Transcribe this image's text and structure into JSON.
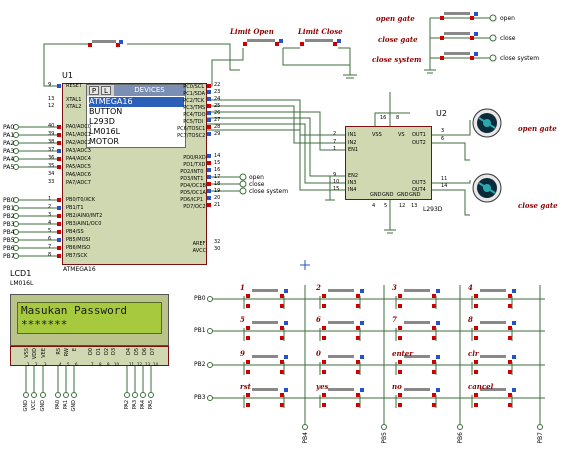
{
  "u1": {
    "ref": "U1",
    "part": "ATMEGA16",
    "picker": {
      "btn_p": "P",
      "btn_l": "L",
      "header": "DEVICES",
      "items": [
        "ATMEGA16",
        "BUTTON",
        "L293D",
        "LM016L",
        "MOTOR"
      ]
    },
    "pins_left": [
      {
        "name": "RESET",
        "num": "9"
      },
      {
        "name": "XTAL1",
        "num": "13"
      },
      {
        "name": "XTAL2",
        "num": "12"
      },
      {
        "name": "PA0/ADC0",
        "num": "40"
      },
      {
        "name": "PA1/ADC1",
        "num": "39"
      },
      {
        "name": "PA2/ADC2",
        "num": "38"
      },
      {
        "name": "PA3/ADC3",
        "num": "37"
      },
      {
        "name": "PA4/ADC4",
        "num": "36"
      },
      {
        "name": "PA5/ADC5",
        "num": "35"
      },
      {
        "name": "PA6/ADC6",
        "num": "34"
      },
      {
        "name": "PA7/ADC7",
        "num": "33"
      },
      {
        "name": "PB0/T0/XCK",
        "num": "1"
      },
      {
        "name": "PB1/T1",
        "num": "2"
      },
      {
        "name": "PB2/AIN0/INT2",
        "num": "3"
      },
      {
        "name": "PB3/AIN1/OC0",
        "num": "4"
      },
      {
        "name": "PB4/SS",
        "num": "5"
      },
      {
        "name": "PB5/MOSI",
        "num": "6"
      },
      {
        "name": "PB6/MISO",
        "num": "7"
      },
      {
        "name": "PB7/SCK",
        "num": "8"
      }
    ],
    "pins_right": [
      {
        "name": "PC0/SCL",
        "num": "22"
      },
      {
        "name": "PC1/SDA",
        "num": "23"
      },
      {
        "name": "PC2/TCK",
        "num": "24"
      },
      {
        "name": "PC3/TMS",
        "num": "25"
      },
      {
        "name": "PC4/TDO",
        "num": "26"
      },
      {
        "name": "PC5/TDI",
        "num": "27"
      },
      {
        "name": "PC6/TOSC1",
        "num": "28"
      },
      {
        "name": "PC7/TOSC2",
        "num": "29"
      },
      {
        "name": "PD0/RXD",
        "num": "14"
      },
      {
        "name": "PD1/TXD",
        "num": "15"
      },
      {
        "name": "PD2/INT0",
        "num": "16"
      },
      {
        "name": "PD3/INT1",
        "num": "17"
      },
      {
        "name": "PD4/OC1B",
        "num": "18"
      },
      {
        "name": "PD5/OC1A",
        "num": "19"
      },
      {
        "name": "PD6/ICP1",
        "num": "20"
      },
      {
        "name": "PD7/OC2",
        "num": "21"
      },
      {
        "name": "AREF",
        "num": "32"
      },
      {
        "name": "AVCC",
        "num": "30"
      }
    ],
    "port_labels": [
      "PA0",
      "PA1",
      "PA2",
      "PA3",
      "PA4",
      "PA5",
      "PB0",
      "PB1",
      "PB2",
      "PB3",
      "PB4",
      "PB5",
      "PB6",
      "PB7"
    ],
    "out_labels": [
      "open",
      "close",
      "close system"
    ]
  },
  "u2": {
    "ref": "U2",
    "part": "L293D",
    "pin_names_left": [
      "IN1",
      "IN2",
      "EN1",
      "EN2",
      "IN3",
      "IN4"
    ],
    "pin_nums_left": [
      "2",
      "7",
      "1",
      "9",
      "10",
      "15"
    ],
    "pin_names_right": [
      "OUT1",
      "OUT2",
      "OUT3",
      "OUT4"
    ],
    "pin_nums_right": [
      "3",
      "6",
      "11",
      "14"
    ],
    "top": [
      "VSS",
      "VS"
    ],
    "top_nums": [
      "16",
      "8"
    ],
    "bottom": [
      "GND",
      "GND",
      "GND",
      "GND"
    ],
    "bottom_nums": [
      "4",
      "5",
      "12",
      "13"
    ]
  },
  "limits": [
    "Limit Open",
    "Limit Close"
  ],
  "top_right": {
    "labels": [
      "open gate",
      "close gate",
      "close system"
    ],
    "outs": [
      "open",
      "close",
      "close system"
    ]
  },
  "motors": [
    "open gate",
    "close gate"
  ],
  "lcd": {
    "ref": "LCD1",
    "part": "LM016L",
    "line1": "Masukan Password",
    "line2": "*******",
    "pins": [
      "VSS",
      "VDD",
      "VEE",
      "RS",
      "RW",
      "E",
      "D0",
      "D1",
      "D2",
      "D3",
      "D4",
      "D5",
      "D6",
      "D7"
    ],
    "nums": [
      "1",
      "2",
      "3",
      "4",
      "5",
      "6",
      "7",
      "8",
      "9",
      "10",
      "11",
      "12",
      "13",
      "14"
    ],
    "bottom_labels": [
      "GND",
      "VCC",
      "GND",
      "PA0",
      "PA1",
      "GND",
      "PA2",
      "PA3",
      "PA4",
      "PA5"
    ]
  },
  "keypad": {
    "rows": [
      "PB0",
      "PB1",
      "PB2",
      "PB3"
    ],
    "cols": [
      "PB4",
      "PB5",
      "PB6",
      "PB7"
    ],
    "keys": [
      [
        "1",
        "2",
        "3",
        "4"
      ],
      [
        "5",
        "6",
        "7",
        "8"
      ],
      [
        "9",
        "0",
        "enter",
        "clr"
      ],
      [
        "rst",
        "yes",
        "no",
        "cancel"
      ]
    ]
  },
  "colors": {
    "wire": "#3c6e3c",
    "chip": "#cfd8b0",
    "border": "#7a1010",
    "red_text": "#8b0000"
  }
}
